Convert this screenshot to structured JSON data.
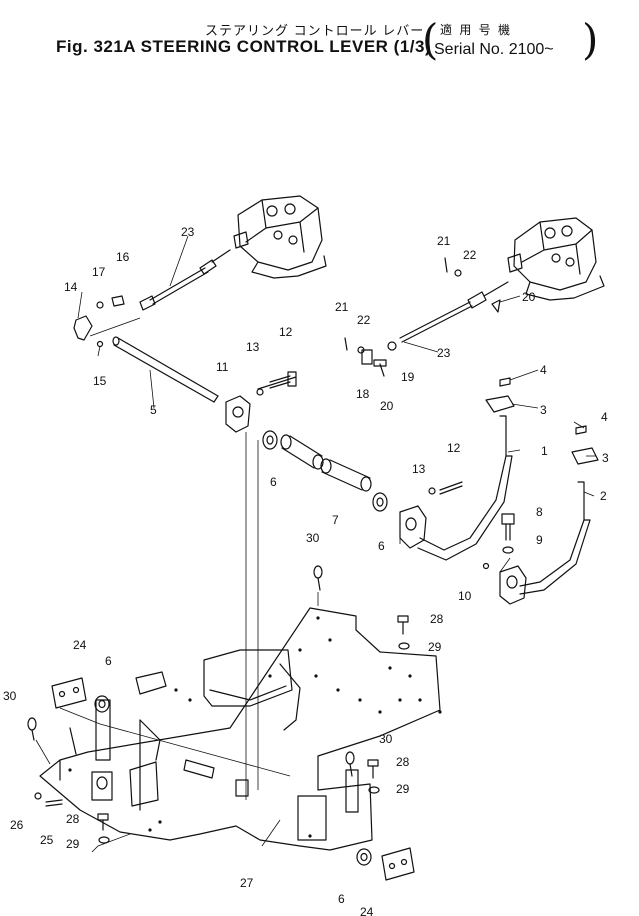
{
  "header": {
    "title_jp": "ステアリング コントロール レバー",
    "title_en": "Fig. 321A  STEERING  CONTROL  LEVER  (1/3)",
    "serial_jp": "適 用 号 機",
    "serial_en": "Serial  No. 2100~"
  },
  "callouts": {
    "c1": "1",
    "c2": "2",
    "c3a": "3",
    "c3b": "3",
    "c4a": "4",
    "c4b": "4",
    "c5": "5",
    "c6a": "6",
    "c6b": "6",
    "c6c": "6",
    "c6d": "6",
    "c7": "7",
    "c8": "8",
    "c9": "9",
    "c10": "10",
    "c11": "11",
    "c12a": "12",
    "c12b": "12",
    "c13a": "13",
    "c13b": "13",
    "c14": "14",
    "c15": "15",
    "c16": "16",
    "c17": "17",
    "c18": "18",
    "c19": "19",
    "c20a": "20",
    "c20b": "20",
    "c21a": "21",
    "c21b": "21",
    "c22a": "22",
    "c22b": "22",
    "c23a": "23",
    "c23b": "23",
    "c24a": "24",
    "c24b": "24",
    "c25": "25",
    "c26": "26",
    "c27": "27",
    "c28a": "28",
    "c28b": "28",
    "c28c": "28",
    "c29a": "29",
    "c29b": "29",
    "c29c": "29",
    "c30a": "30",
    "c30b": "30",
    "c30c": "30"
  }
}
